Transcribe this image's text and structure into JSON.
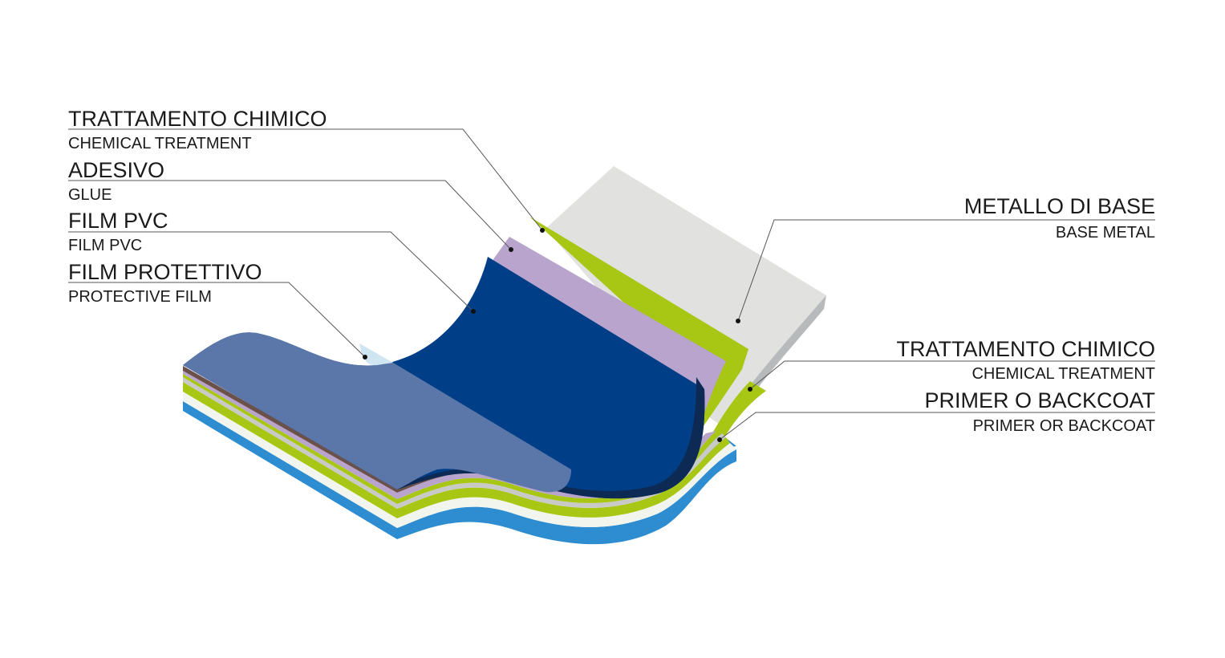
{
  "colors": {
    "base_metal": "#e1e1df",
    "base_metal_edge": "#b8b9bb",
    "chemical_treatment": "#a8c614",
    "glue": "#b8a4cc",
    "pvc_film": "#003f87",
    "pvc_edge": "#0d2a55",
    "protective_film": "#5b77a9",
    "protective_film_overlay": "#7f99c4",
    "primer_backcoat": "#2d8dd0",
    "brown_layer": "#6b5149"
  },
  "labels": {
    "left": [
      {
        "main": "TRATTAMENTO CHIMICO",
        "sub": "CHEMICAL TREATMENT"
      },
      {
        "main": "ADESIVO",
        "sub": "GLUE"
      },
      {
        "main": "FILM PVC",
        "sub": "FILM PVC"
      },
      {
        "main": "FILM PROTETTIVO",
        "sub": "PROTECTIVE FILM"
      }
    ],
    "right": [
      {
        "main": "METALLO DI BASE",
        "sub": "BASE METAL"
      },
      {
        "main": "TRATTAMENTO CHIMICO",
        "sub": "CHEMICAL TREATMENT"
      },
      {
        "main": "PRIMER O BACKCOAT",
        "sub": "PRIMER OR BACKCOAT"
      }
    ]
  }
}
